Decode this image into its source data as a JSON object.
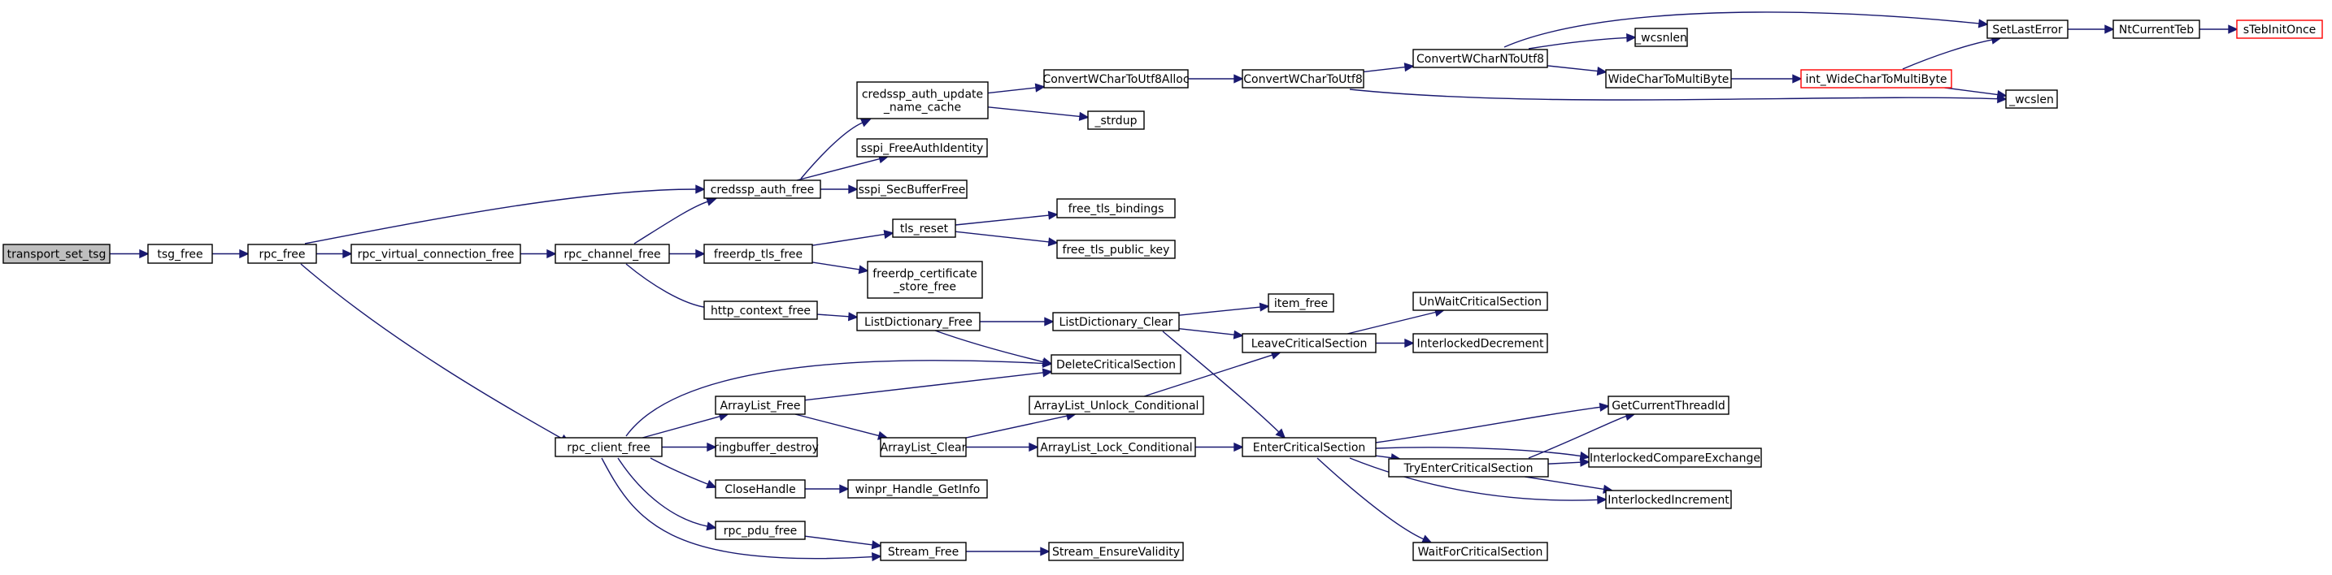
{
  "diagram": {
    "type": "call-graph",
    "nodes": [
      {
        "id": "transport_set_tsg",
        "label": [
          "transport_set_tsg"
        ],
        "style": "root"
      },
      {
        "id": "tsg_free",
        "label": [
          "tsg_free"
        ]
      },
      {
        "id": "rpc_free",
        "label": [
          "rpc_free"
        ]
      },
      {
        "id": "rpc_virtual_connection_free",
        "label": [
          "rpc_virtual_connection_free"
        ]
      },
      {
        "id": "rpc_channel_free",
        "label": [
          "rpc_channel_free"
        ]
      },
      {
        "id": "credssp_auth_free",
        "label": [
          "credssp_auth_free"
        ]
      },
      {
        "id": "freerdp_tls_free",
        "label": [
          "freerdp_tls_free"
        ]
      },
      {
        "id": "http_context_free",
        "label": [
          "http_context_free"
        ]
      },
      {
        "id": "rpc_client_free",
        "label": [
          "rpc_client_free"
        ]
      },
      {
        "id": "credssp_auth_update_name_cache",
        "label": [
          "credssp_auth_update",
          "_name_cache"
        ]
      },
      {
        "id": "sspi_FreeAuthIdentity",
        "label": [
          "sspi_FreeAuthIdentity"
        ]
      },
      {
        "id": "sspi_SecBufferFree",
        "label": [
          "sspi_SecBufferFree"
        ]
      },
      {
        "id": "tls_reset",
        "label": [
          "tls_reset"
        ]
      },
      {
        "id": "freerdp_certificate_store_free",
        "label": [
          "freerdp_certificate",
          "_store_free"
        ]
      },
      {
        "id": "ListDictionary_Free",
        "label": [
          "ListDictionary_Free"
        ]
      },
      {
        "id": "ArrayList_Free",
        "label": [
          "ArrayList_Free"
        ]
      },
      {
        "id": "ringbuffer_destroy",
        "label": [
          "ringbuffer_destroy"
        ]
      },
      {
        "id": "CloseHandle",
        "label": [
          "CloseHandle"
        ]
      },
      {
        "id": "rpc_pdu_free",
        "label": [
          "rpc_pdu_free"
        ]
      },
      {
        "id": "Stream_Free",
        "label": [
          "Stream_Free"
        ]
      },
      {
        "id": "ConvertWCharToUtf8Alloc",
        "label": [
          "ConvertWCharToUtf8Alloc"
        ]
      },
      {
        "id": "_strdup",
        "label": [
          "_strdup"
        ]
      },
      {
        "id": "ConvertWCharToUtf8",
        "label": [
          "ConvertWCharToUtf8"
        ]
      },
      {
        "id": "ConvertWCharNToUtf8",
        "label": [
          "ConvertWCharNToUtf8"
        ]
      },
      {
        "id": "_wcsnlen",
        "label": [
          "_wcsnlen"
        ]
      },
      {
        "id": "WideCharToMultiByte",
        "label": [
          "WideCharToMultiByte"
        ]
      },
      {
        "id": "int_WideCharToMultiByte",
        "label": [
          "int_WideCharToMultiByte"
        ],
        "style": "warn"
      },
      {
        "id": "SetLastError",
        "label": [
          "SetLastError"
        ]
      },
      {
        "id": "NtCurrentTeb",
        "label": [
          "NtCurrentTeb"
        ]
      },
      {
        "id": "sTebInitOnce",
        "label": [
          "sTebInitOnce"
        ],
        "style": "warn"
      },
      {
        "id": "_wcslen",
        "label": [
          "_wcslen"
        ]
      },
      {
        "id": "free_tls_bindings",
        "label": [
          "free_tls_bindings"
        ]
      },
      {
        "id": "free_tls_public_key",
        "label": [
          "free_tls_public_key"
        ]
      },
      {
        "id": "ListDictionary_Clear",
        "label": [
          "ListDictionary_Clear"
        ]
      },
      {
        "id": "DeleteCriticalSection",
        "label": [
          "DeleteCriticalSection"
        ]
      },
      {
        "id": "item_free",
        "label": [
          "item_free"
        ]
      },
      {
        "id": "LeaveCriticalSection",
        "label": [
          "LeaveCriticalSection"
        ]
      },
      {
        "id": "UnWaitCriticalSection",
        "label": [
          "UnWaitCriticalSection"
        ]
      },
      {
        "id": "InterlockedDecrement",
        "label": [
          "InterlockedDecrement"
        ]
      },
      {
        "id": "EnterCriticalSection",
        "label": [
          "EnterCriticalSection"
        ]
      },
      {
        "id": "ArrayList_Clear",
        "label": [
          "ArrayList_Clear"
        ]
      },
      {
        "id": "ArrayList_Unlock_Conditional",
        "label": [
          "ArrayList_Unlock_Conditional"
        ]
      },
      {
        "id": "ArrayList_Lock_Conditional",
        "label": [
          "ArrayList_Lock_Conditional"
        ]
      },
      {
        "id": "GetCurrentThreadId",
        "label": [
          "GetCurrentThreadId"
        ]
      },
      {
        "id": "InterlockedCompareExchange",
        "label": [
          "InterlockedCompareExchange"
        ]
      },
      {
        "id": "TryEnterCriticalSection",
        "label": [
          "TryEnterCriticalSection"
        ]
      },
      {
        "id": "InterlockedIncrement",
        "label": [
          "InterlockedIncrement"
        ]
      },
      {
        "id": "WaitForCriticalSection",
        "label": [
          "WaitForCriticalSection"
        ]
      },
      {
        "id": "winpr_Handle_GetInfo",
        "label": [
          "winpr_Handle_GetInfo"
        ]
      },
      {
        "id": "Stream_EnsureValidity",
        "label": [
          "Stream_EnsureValidity"
        ]
      }
    ],
    "edges": [
      [
        "transport_set_tsg",
        "tsg_free"
      ],
      [
        "tsg_free",
        "rpc_free"
      ],
      [
        "rpc_free",
        "credssp_auth_free"
      ],
      [
        "rpc_free",
        "rpc_virtual_connection_free"
      ],
      [
        "rpc_free",
        "rpc_client_free"
      ],
      [
        "rpc_virtual_connection_free",
        "rpc_channel_free"
      ],
      [
        "rpc_channel_free",
        "credssp_auth_free"
      ],
      [
        "rpc_channel_free",
        "freerdp_tls_free"
      ],
      [
        "rpc_channel_free",
        "http_context_free"
      ],
      [
        "credssp_auth_free",
        "credssp_auth_update_name_cache"
      ],
      [
        "credssp_auth_free",
        "sspi_FreeAuthIdentity"
      ],
      [
        "credssp_auth_free",
        "sspi_SecBufferFree"
      ],
      [
        "credssp_auth_update_name_cache",
        "ConvertWCharToUtf8Alloc"
      ],
      [
        "credssp_auth_update_name_cache",
        "_strdup"
      ],
      [
        "ConvertWCharToUtf8Alloc",
        "ConvertWCharToUtf8"
      ],
      [
        "ConvertWCharToUtf8",
        "ConvertWCharNToUtf8"
      ],
      [
        "ConvertWCharToUtf8",
        "_wcslen"
      ],
      [
        "ConvertWCharNToUtf8",
        "SetLastError"
      ],
      [
        "ConvertWCharNToUtf8",
        "_wcsnlen"
      ],
      [
        "ConvertWCharNToUtf8",
        "WideCharToMultiByte"
      ],
      [
        "WideCharToMultiByte",
        "int_WideCharToMultiByte"
      ],
      [
        "int_WideCharToMultiByte",
        "SetLastError"
      ],
      [
        "int_WideCharToMultiByte",
        "_wcslen"
      ],
      [
        "SetLastError",
        "NtCurrentTeb"
      ],
      [
        "NtCurrentTeb",
        "sTebInitOnce"
      ],
      [
        "freerdp_tls_free",
        "tls_reset"
      ],
      [
        "freerdp_tls_free",
        "freerdp_certificate_store_free"
      ],
      [
        "tls_reset",
        "free_tls_bindings"
      ],
      [
        "tls_reset",
        "free_tls_public_key"
      ],
      [
        "http_context_free",
        "ListDictionary_Free"
      ],
      [
        "ListDictionary_Free",
        "ListDictionary_Clear"
      ],
      [
        "ListDictionary_Free",
        "DeleteCriticalSection"
      ],
      [
        "ListDictionary_Clear",
        "item_free"
      ],
      [
        "ListDictionary_Clear",
        "LeaveCriticalSection"
      ],
      [
        "ListDictionary_Clear",
        "EnterCriticalSection"
      ],
      [
        "LeaveCriticalSection",
        "UnWaitCriticalSection"
      ],
      [
        "LeaveCriticalSection",
        "InterlockedDecrement"
      ],
      [
        "rpc_client_free",
        "DeleteCriticalSection"
      ],
      [
        "rpc_client_free",
        "ArrayList_Free"
      ],
      [
        "rpc_client_free",
        "ringbuffer_destroy"
      ],
      [
        "rpc_client_free",
        "CloseHandle"
      ],
      [
        "rpc_client_free",
        "rpc_pdu_free"
      ],
      [
        "rpc_client_free",
        "Stream_Free"
      ],
      [
        "ArrayList_Free",
        "DeleteCriticalSection"
      ],
      [
        "ArrayList_Free",
        "ArrayList_Clear"
      ],
      [
        "ArrayList_Clear",
        "ArrayList_Unlock_Conditional"
      ],
      [
        "ArrayList_Clear",
        "ArrayList_Lock_Conditional"
      ],
      [
        "ArrayList_Unlock_Conditional",
        "LeaveCriticalSection"
      ],
      [
        "ArrayList_Lock_Conditional",
        "EnterCriticalSection"
      ],
      [
        "EnterCriticalSection",
        "GetCurrentThreadId"
      ],
      [
        "EnterCriticalSection",
        "InterlockedCompareExchange"
      ],
      [
        "EnterCriticalSection",
        "TryEnterCriticalSection"
      ],
      [
        "EnterCriticalSection",
        "InterlockedIncrement"
      ],
      [
        "EnterCriticalSection",
        "WaitForCriticalSection"
      ],
      [
        "TryEnterCriticalSection",
        "GetCurrentThreadId"
      ],
      [
        "TryEnterCriticalSection",
        "InterlockedCompareExchange"
      ],
      [
        "TryEnterCriticalSection",
        "InterlockedIncrement"
      ],
      [
        "CloseHandle",
        "winpr_Handle_GetInfo"
      ],
      [
        "rpc_pdu_free",
        "Stream_Free"
      ],
      [
        "Stream_Free",
        "Stream_EnsureValidity"
      ]
    ],
    "colors": {
      "edge": "#191970",
      "node_border": "#000000",
      "root_fill": "#bfbfbf",
      "warn_border": "#ff0000",
      "background": "#ffffff"
    }
  }
}
